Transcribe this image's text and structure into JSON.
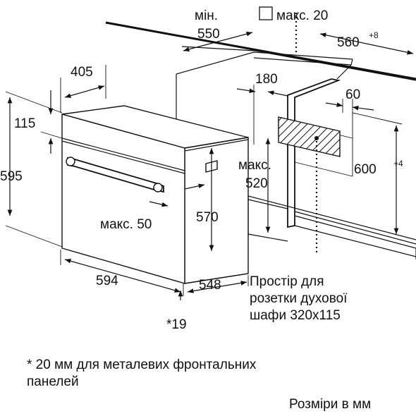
{
  "labels": {
    "min": "мін.",
    "max_20": "макс. 20",
    "d550": "550",
    "d560": "560",
    "d560_tol": "+8",
    "d405": "405",
    "d180": "180",
    "d60": "60",
    "d115": "115",
    "d595": "595",
    "max_upper": "макс.",
    "d520": "520",
    "d600": "600",
    "d600_tol": "+4",
    "max_50": "макс. 50",
    "d570": "570",
    "d594": "594",
    "d548": "548",
    "d19": "*19"
  },
  "socket_note": [
    "Простір для",
    "розетки духової",
    "шафи 320x115"
  ],
  "footnote": [
    "* 20 мм для металевих фронтальних",
    "панелей"
  ],
  "units": "Розміри в мм"
}
